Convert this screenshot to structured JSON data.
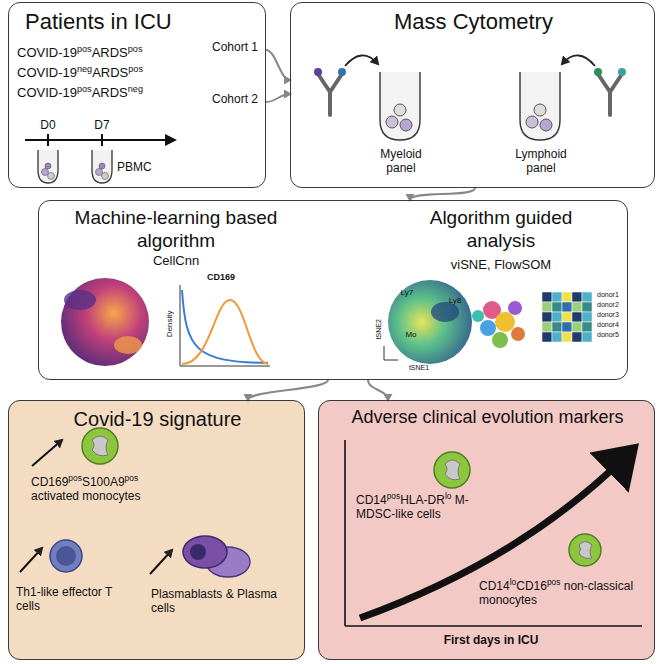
{
  "diagram": {
    "nodes": [
      {
        "text": [
          "Patients in ICU",
          "COVID-19posARDSpos",
          "COVID-19negARDSpos",
          "COVID-19posARDSneg"
        ]
      },
      {
        "text": [
          "Mass Cytometry",
          "Myeloid panel",
          "Lymphoid panel"
        ]
      },
      {
        "text": [
          "Machine-learning based algorithm",
          "CellCnn",
          "Algorithm guided analysis",
          "viSNE, FlowSOM"
        ]
      },
      {
        "text": [
          "Covid-19 signature",
          "CD169posS100A9pos activated monocytes",
          "Th1-like effector T cells",
          "Plasmablasts & Plasma cells"
        ]
      },
      {
        "text": [
          "Adverse clinical evolution markers",
          "CD14posHLA-DRlo M-MDSC-like cells",
          "CD14loCD16pos non-classical monocytes",
          "First days in ICU"
        ]
      }
    ],
    "edges": [
      {
        "from": 0,
        "to": 1,
        "label": "Cohort 1",
        "arrow": "to"
      },
      {
        "from": 0,
        "to": 1,
        "label": "Cohort 2",
        "arrow": "to"
      },
      {
        "from": 1,
        "to": 2,
        "arrow": "to"
      },
      {
        "from": 2,
        "to": 3,
        "arrow": "to"
      },
      {
        "from": 2,
        "to": 4,
        "arrow": "to"
      }
    ],
    "labels": [
      "D0",
      "D7",
      "PBMC",
      "CD169",
      "Density",
      "Ly7",
      "Ly8",
      "Mo",
      "tSNE2",
      "tSNE1",
      "donor1",
      "donor2",
      "donor3",
      "donor4",
      "donor5"
    ]
  }
}
